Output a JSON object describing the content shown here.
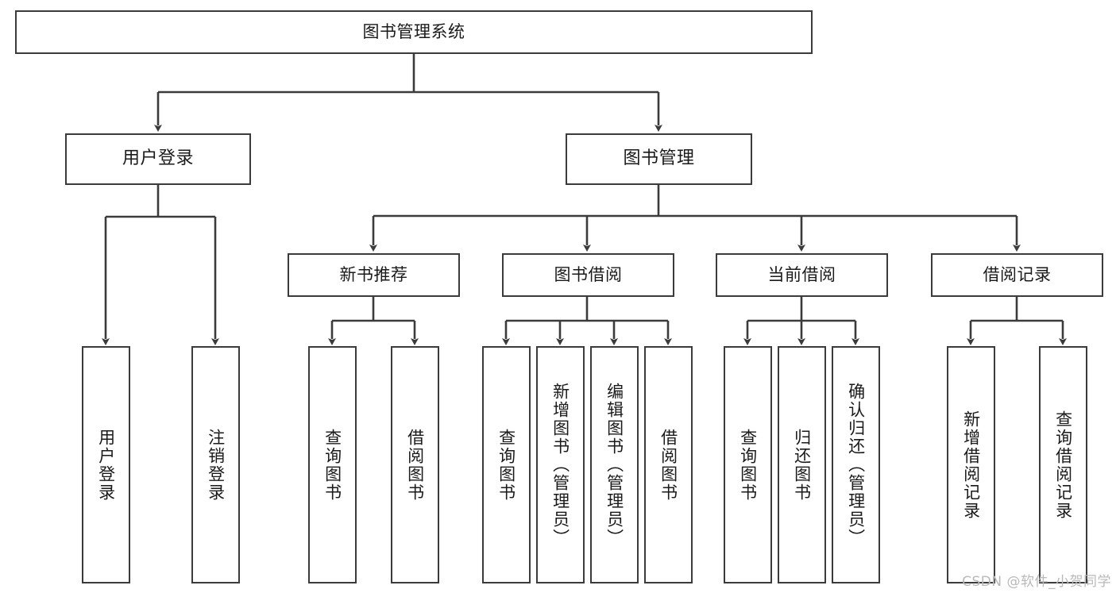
{
  "diagram": {
    "title": "图书管理系统",
    "watermark": "CSDN @软件_小贺同学",
    "line_color": "#3b3b3b",
    "box_fill": "#ffffff",
    "text_color": "#1a1a1a",
    "levels": {
      "root": {
        "label": "图书管理系统"
      },
      "level1": [
        {
          "label": "用户登录"
        },
        {
          "label": "图书管理"
        }
      ],
      "level2": [
        {
          "label": "新书推荐"
        },
        {
          "label": "图书借阅"
        },
        {
          "label": "当前借阅"
        },
        {
          "label": "借阅记录"
        }
      ],
      "leaves": [
        {
          "label": "用户登录",
          "parent": "用户登录"
        },
        {
          "label": "注销登录",
          "parent": "用户登录"
        },
        {
          "label": "查询图书",
          "parent": "新书推荐"
        },
        {
          "label": "借阅图书",
          "parent": "新书推荐"
        },
        {
          "label": "查询图书",
          "parent": "图书借阅"
        },
        {
          "label": "新增图书（管理员）",
          "parent": "图书借阅"
        },
        {
          "label": "编辑图书（管理员）",
          "parent": "图书借阅"
        },
        {
          "label": "借阅图书",
          "parent": "图书借阅"
        },
        {
          "label": "查询图书",
          "parent": "当前借阅"
        },
        {
          "label": "归还图书",
          "parent": "当前借阅"
        },
        {
          "label": "确认归还（管理员）",
          "parent": "当前借阅"
        },
        {
          "label": "新增借阅记录",
          "parent": "借阅记录"
        },
        {
          "label": "查询借阅记录",
          "parent": "借阅记录"
        }
      ]
    }
  }
}
